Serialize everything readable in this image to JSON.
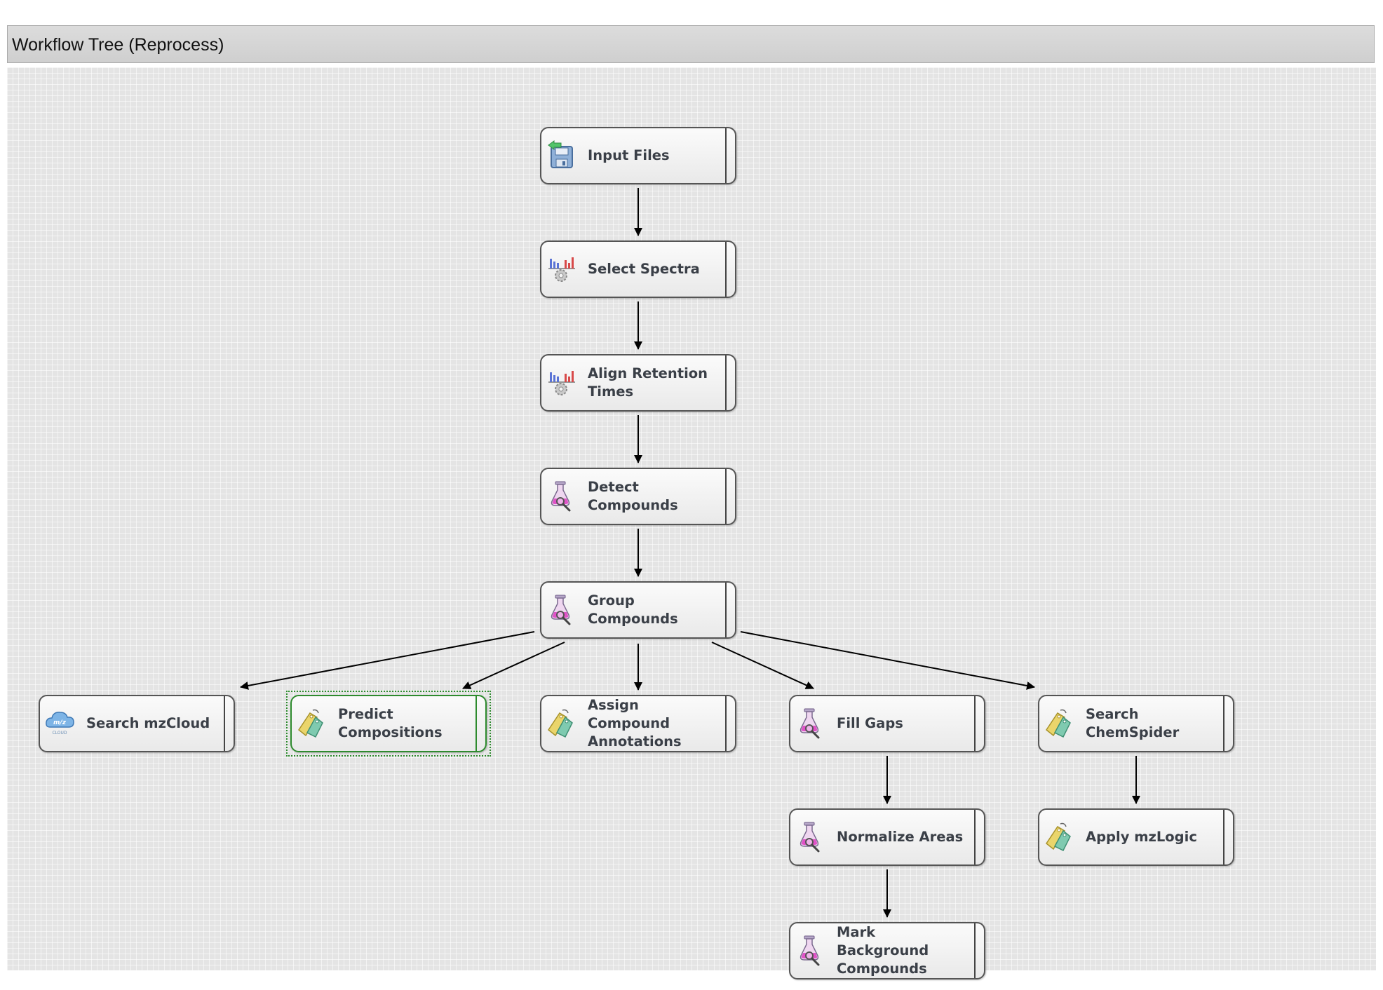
{
  "window": {
    "title": "Workflow Tree (Reprocess)"
  },
  "nodes": [
    {
      "id": "input-files",
      "label": "Input Files",
      "icon": "input-files-icon",
      "selected": false
    },
    {
      "id": "select-spectra",
      "label": "Select Spectra",
      "icon": "spectra-gear-icon",
      "selected": false
    },
    {
      "id": "align-retention-times",
      "label": "Align Retention Times",
      "icon": "spectra-gear-icon",
      "selected": false
    },
    {
      "id": "detect-compounds",
      "label": "Detect Compounds",
      "icon": "flask-magnifier-icon",
      "selected": false
    },
    {
      "id": "group-compounds",
      "label": "Group Compounds",
      "icon": "flask-magnifier-icon",
      "selected": false
    },
    {
      "id": "search-mzcloud",
      "label": "Search mzCloud",
      "icon": "mzcloud-icon",
      "selected": false
    },
    {
      "id": "predict-compositions",
      "label": "Predict Compositions",
      "icon": "tags-icon",
      "selected": true
    },
    {
      "id": "assign-compound-annotations",
      "label": "Assign Compound Annotations",
      "icon": "tags-icon",
      "selected": false
    },
    {
      "id": "fill-gaps",
      "label": "Fill Gaps",
      "icon": "flask-magnifier-icon",
      "selected": false
    },
    {
      "id": "search-chemspider",
      "label": "Search ChemSpider",
      "icon": "tags-icon",
      "selected": false
    },
    {
      "id": "normalize-areas",
      "label": "Normalize Areas",
      "icon": "flask-magnifier-icon",
      "selected": false
    },
    {
      "id": "apply-mzlogic",
      "label": "Apply mzLogic",
      "icon": "tags-icon",
      "selected": false
    },
    {
      "id": "mark-background-compounds",
      "label": "Mark Background Compounds",
      "icon": "flask-magnifier-icon",
      "selected": false
    }
  ],
  "edges": [
    {
      "from": "input-files",
      "to": "select-spectra"
    },
    {
      "from": "select-spectra",
      "to": "align-retention-times"
    },
    {
      "from": "align-retention-times",
      "to": "detect-compounds"
    },
    {
      "from": "detect-compounds",
      "to": "group-compounds"
    },
    {
      "from": "group-compounds",
      "to": "search-mzcloud"
    },
    {
      "from": "group-compounds",
      "to": "predict-compositions"
    },
    {
      "from": "group-compounds",
      "to": "assign-compound-annotations"
    },
    {
      "from": "group-compounds",
      "to": "fill-gaps"
    },
    {
      "from": "group-compounds",
      "to": "search-chemspider"
    },
    {
      "from": "fill-gaps",
      "to": "normalize-areas"
    },
    {
      "from": "normalize-areas",
      "to": "mark-background-compounds"
    },
    {
      "from": "search-chemspider",
      "to": "apply-mzlogic"
    }
  ],
  "icon_text": {
    "mzcloud_logo": "m/z",
    "mzcloud_caption": "CLOUD"
  },
  "colors": {
    "node_text": "#3a3f47",
    "selection": "#2e8b2e",
    "edge": "#000000",
    "canvas": "#e4e4e4"
  }
}
